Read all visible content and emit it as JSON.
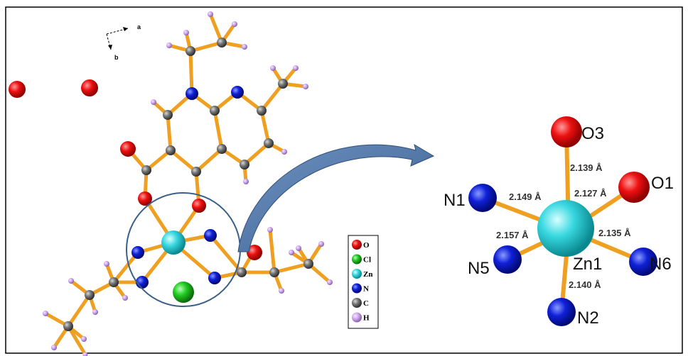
{
  "axes": {
    "a": "a",
    "b": "b"
  },
  "legend": [
    {
      "symbol": "O",
      "color": "#e01010"
    },
    {
      "symbol": "Cl",
      "color": "#22cc22"
    },
    {
      "symbol": "Zn",
      "color": "#38d8df"
    },
    {
      "symbol": "N",
      "color": "#1020cc"
    },
    {
      "symbol": "C",
      "color": "#707070"
    },
    {
      "symbol": "H",
      "color": "#c8a0e0"
    }
  ],
  "detail": {
    "center": "Zn1",
    "atoms": {
      "O3": "O3",
      "O1": "O1",
      "N1": "N1",
      "N5": "N5",
      "N6": "N6",
      "N2": "N2"
    },
    "distances": {
      "zn_o3": "2.139 Å",
      "zn_o1": "2.127 Å",
      "zn_n1": "2.149 Å",
      "zn_n5": "2.157 Å",
      "zn_n6": "2.135 Å",
      "zn_n2": "2.140 Å"
    }
  },
  "colors": {
    "bond": "#f0a020",
    "frame": "#000000",
    "callout": "#4a6fa0"
  }
}
